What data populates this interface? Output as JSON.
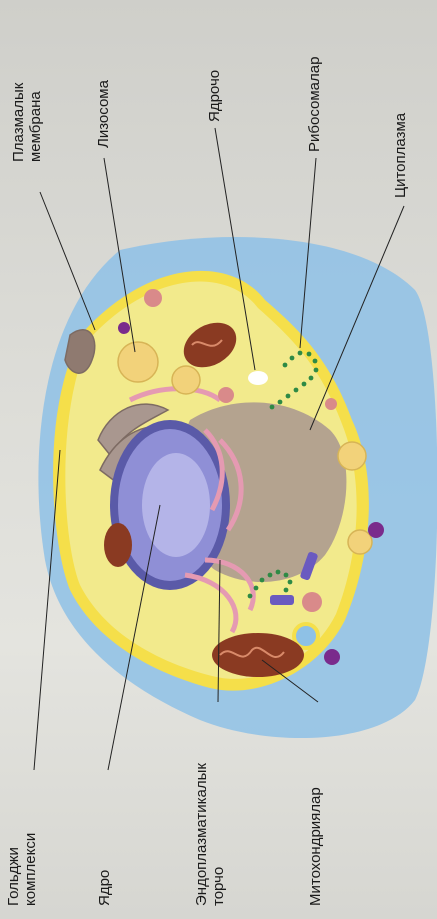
{
  "labels": {
    "plasma_membrane": "Плазмалык\nмембрана",
    "lysosome": "Лизосома",
    "nucleolus": "Ядрочо",
    "ribosomes": "Рибосомалар",
    "cytoplasm": "Цитоплазма",
    "golgi": "Гольджи\nкомплекси",
    "nucleus": "Ядро",
    "er": "Эндоплазматикалык\nторчо",
    "mitochondria": "Митохондриялар"
  },
  "colors": {
    "extracellular_blue": "#8ec1e6",
    "cytoplasm_yellow": "#f2ea8c",
    "membrane_yellow": "#f5df4a",
    "nucleus_blue": "#8f8fd6",
    "mitochondria_brown": "#8a3a22",
    "golgi_gray": "#a9978f",
    "er_pink": "#e59ab2",
    "lysosome_tan": "#f2d27a",
    "vesicle_pink": "#d98a8a",
    "purple": "#7a2b8c",
    "ribosome_green": "#2e8a45"
  }
}
